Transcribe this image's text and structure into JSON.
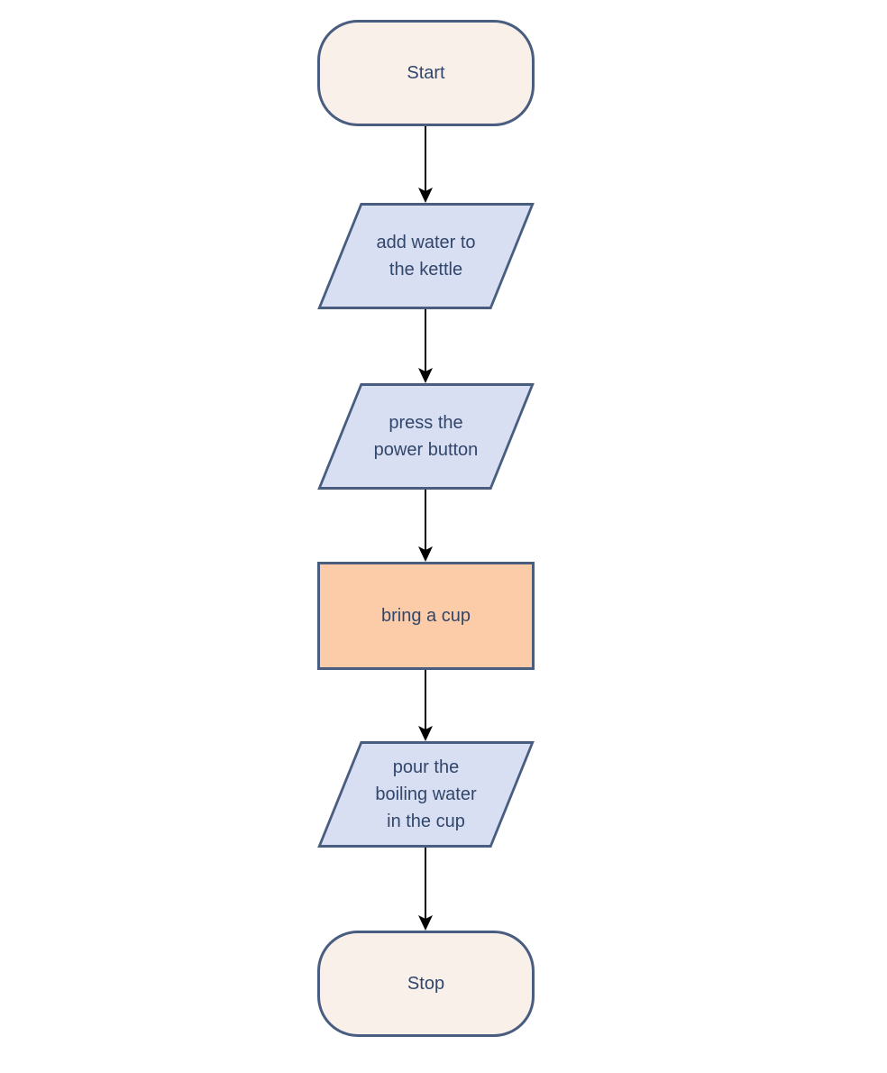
{
  "flowchart": {
    "colors": {
      "background": "#ffffff",
      "node_border": "#485d7f",
      "node_text": "#31466b",
      "terminator_fill": "#faf0ea",
      "io_fill": "#d9dff2",
      "process_fill": "#fccca8",
      "connector": "#000000"
    },
    "nodes": [
      {
        "id": "start",
        "shape": "terminator",
        "label": "Start",
        "lines": [
          "Start"
        ]
      },
      {
        "id": "add-water",
        "shape": "parallelogram",
        "label": "add water to the kettle",
        "lines": [
          "add water to",
          "the kettle"
        ]
      },
      {
        "id": "press-power",
        "shape": "parallelogram",
        "label": "press the power button",
        "lines": [
          "press the",
          "power button"
        ]
      },
      {
        "id": "bring-cup",
        "shape": "rectangle",
        "label": "bring a cup",
        "lines": [
          "bring a cup"
        ]
      },
      {
        "id": "pour-water",
        "shape": "parallelogram",
        "label": "pour the boiling water in the cup",
        "lines": [
          "pour the",
          "boiling water",
          "in the cup"
        ]
      },
      {
        "id": "stop",
        "shape": "terminator",
        "label": "Stop",
        "lines": [
          "Stop"
        ]
      }
    ],
    "connectors": [
      {
        "from": "start",
        "to": "add-water"
      },
      {
        "from": "add-water",
        "to": "press-power"
      },
      {
        "from": "press-power",
        "to": "bring-cup"
      },
      {
        "from": "bring-cup",
        "to": "pour-water"
      },
      {
        "from": "pour-water",
        "to": "stop"
      }
    ]
  }
}
